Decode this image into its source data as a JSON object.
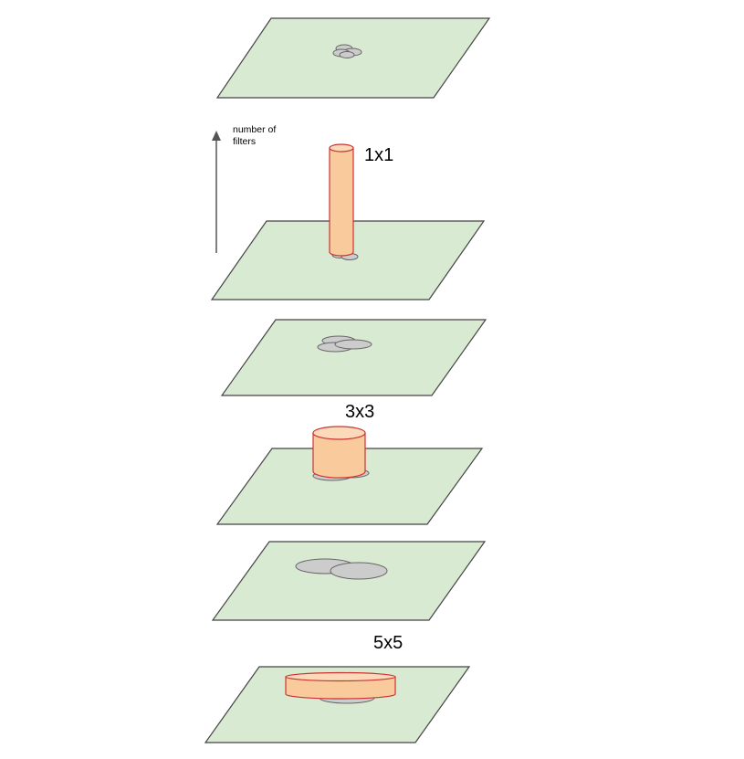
{
  "colors": {
    "plane_fill": "#d9ead3",
    "plane_stroke": "#444444",
    "blob_fill": "#cccccc",
    "filter_fill": "#f9cb9c",
    "filter_stroke": "#cc3333"
  },
  "axis": {
    "label_line1": "number of",
    "label_line2": "filters"
  },
  "filters": [
    {
      "label": "1x1"
    },
    {
      "label": "3x3"
    },
    {
      "label": "5x5"
    }
  ]
}
